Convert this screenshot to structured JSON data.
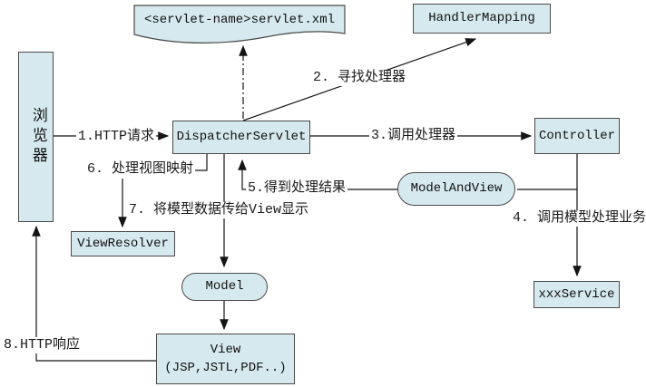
{
  "diagram": {
    "title_hint": "Spring MVC DispatcherServlet request flow",
    "colors": {
      "node_fill": "#d5e9ef",
      "node_border": "#4a4a4a",
      "line": "#141414"
    },
    "nodes": {
      "browser": {
        "label": "浏览器"
      },
      "servlet_xml": {
        "label": "<servlet-name>servlet.xml"
      },
      "handler_mapping": {
        "label": "HandlerMapping"
      },
      "dispatcher_servlet": {
        "label": "DispatcherServlet"
      },
      "controller": {
        "label": "Controller"
      },
      "model_and_view": {
        "label": "ModelAndView"
      },
      "view_resolver": {
        "label": "ViewResolver"
      },
      "model": {
        "label": "Model"
      },
      "view": {
        "label": "View",
        "sublabel": "(JSP,JSTL,PDF..)"
      },
      "xxx_service": {
        "label": "xxxService"
      }
    },
    "edges": {
      "e1": {
        "label": "1.HTTP请求"
      },
      "e2": {
        "label": "2. 寻找处理器"
      },
      "e3": {
        "label": "3.调用处理器"
      },
      "e4": {
        "label": "4. 调用模型处理业务"
      },
      "e5": {
        "label": "5.得到处理结果"
      },
      "e6": {
        "label": "6. 处理视图映射"
      },
      "e7": {
        "label": "7. 将模型数据传给View显示"
      },
      "e8": {
        "label": "8.HTTP响应"
      }
    }
  }
}
